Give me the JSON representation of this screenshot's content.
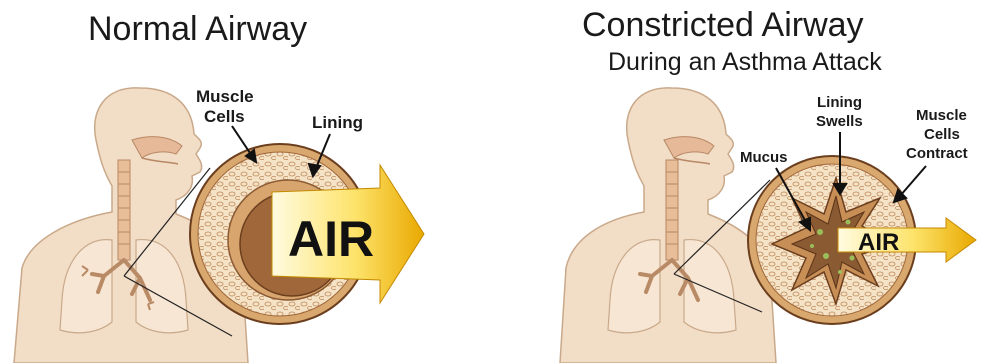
{
  "left_panel": {
    "title": "Normal Airway",
    "labels": {
      "muscle_line1": "Muscle",
      "muscle_line2": "Cells",
      "lining": "Lining"
    },
    "air": "AIR"
  },
  "right_panel": {
    "title": "Constricted Airway",
    "subtitle": "During an Asthma Attack",
    "labels": {
      "mucus": "Mucus",
      "lining_line1": "Lining",
      "lining_line2": "Swells",
      "muscle_line1": "Muscle",
      "muscle_line2": "Cells",
      "muscle_line3": "Contract"
    },
    "air": "AIR"
  },
  "colors": {
    "body": "#f2ddc6",
    "body_outline": "#c9a98a",
    "airway_ring": "#d9a86f",
    "airway_outline": "#6b3e1e",
    "lumen": "#a0683a",
    "air_arrow": "#f3c21a",
    "mucus": "#9abf5a"
  }
}
